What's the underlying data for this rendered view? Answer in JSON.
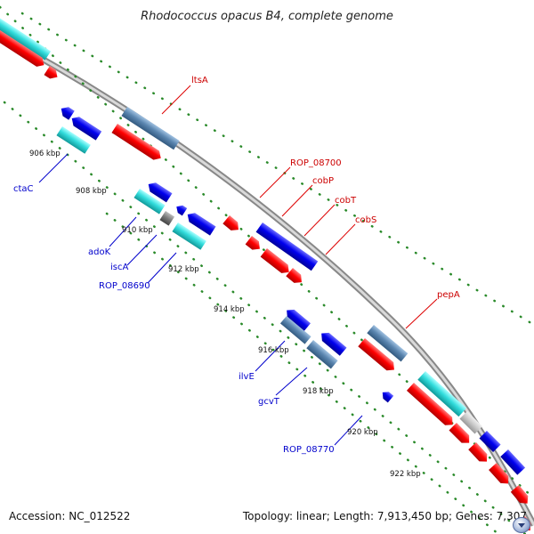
{
  "title": "Rhodococcus opacus B4, complete genome",
  "footer": {
    "accession": "Accession: NC_012522",
    "topology": "Topology: linear; Length: 7,913,450 bp; Genes: 7,307"
  },
  "colors": {
    "red": "#ff0000",
    "blue": "#0000ee",
    "cyan": "#33dddd",
    "steel": "#5b86b0",
    "gray": "#999999",
    "lightgray": "#c8c8c8",
    "forward_label": "#cc0000",
    "reverse_label": "#0000cc",
    "tick_dots": "#2a8a2a"
  },
  "icons": {
    "navigation": "pan-down-icon"
  },
  "ticks": [
    "906 kbp",
    "908 kbp",
    "910 kbp",
    "912 kbp",
    "914 kbp",
    "916 kbp",
    "918 kbp",
    "920 kbp",
    "922 kbp"
  ],
  "genes_forward": [
    "ltsA",
    "ROP_08700",
    "cobP",
    "cobT",
    "cobS",
    "pepA"
  ],
  "genes_reverse": [
    "ctaC",
    "adoK",
    "iscA",
    "ROP_08690",
    "ilvE",
    "gcvT",
    "ROP_08770"
  ]
}
